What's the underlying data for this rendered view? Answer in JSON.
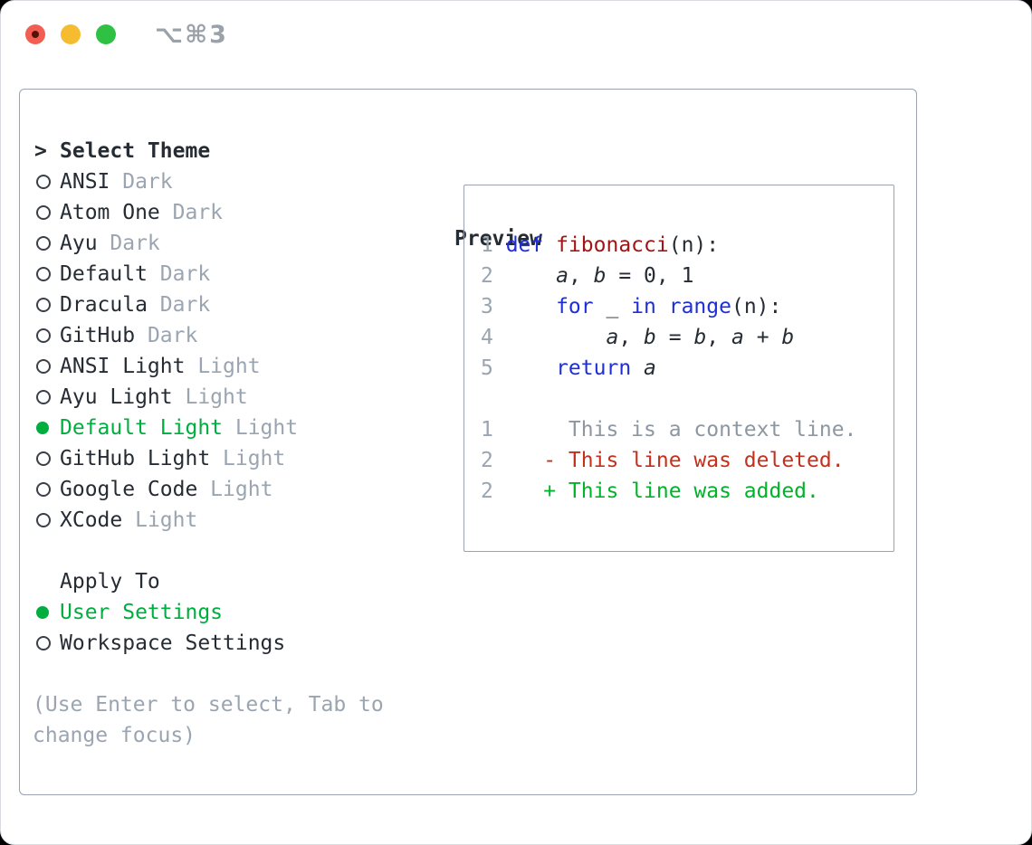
{
  "window": {
    "title_shortcut": "⌥⌘3",
    "traffic_lights": [
      "close",
      "minimize",
      "zoom"
    ]
  },
  "colors": {
    "text_dark": "#262c34",
    "text_muted": "#9aa5b1",
    "ctx_gray": "#8d97a2",
    "green": "#00ae3f",
    "add_green": "#00b32a",
    "del_red": "#c5301c",
    "kw_blue": "#1e2fd8",
    "fn_red": "#a31515",
    "border_gray": "#9aa3af",
    "titlebar_text": "#9ba1a9",
    "light_red": "#f25e52",
    "light_red_dot": "#571208",
    "light_yellow": "#f6bc2f",
    "light_green": "#2ec144"
  },
  "theme_panel": {
    "header": {
      "marker": ">",
      "label": "Select Theme"
    },
    "items": [
      {
        "name": "ANSI",
        "variant": "Dark",
        "selected": false
      },
      {
        "name": "Atom One",
        "variant": "Dark",
        "selected": false
      },
      {
        "name": "Ayu",
        "variant": "Dark",
        "selected": false
      },
      {
        "name": "Default",
        "variant": "Dark",
        "selected": false
      },
      {
        "name": "Dracula",
        "variant": "Dark",
        "selected": false
      },
      {
        "name": "GitHub",
        "variant": "Dark",
        "selected": false
      },
      {
        "name": "ANSI Light",
        "variant": "Light",
        "selected": false
      },
      {
        "name": "Ayu Light",
        "variant": "Light",
        "selected": false
      },
      {
        "name": "Default Light",
        "variant": "Light",
        "selected": true
      },
      {
        "name": "GitHub Light",
        "variant": "Light",
        "selected": false
      },
      {
        "name": "Google Code",
        "variant": "Light",
        "selected": false
      },
      {
        "name": "XCode",
        "variant": "Light",
        "selected": false
      }
    ],
    "apply_to": {
      "label": "Apply To",
      "options": [
        {
          "label": "User Settings",
          "selected": true
        },
        {
          "label": "Workspace Settings",
          "selected": false
        }
      ]
    },
    "hint_lines": [
      "(Use Enter to select, Tab to",
      "change focus)"
    ]
  },
  "preview": {
    "title": "Preview",
    "lines": [
      {
        "num": "1",
        "tokens": [
          [
            "def",
            "kw"
          ],
          [
            " ",
            "pl"
          ],
          [
            "fibonacci",
            "fn"
          ],
          [
            "(n):",
            "pl"
          ]
        ]
      },
      {
        "num": "2",
        "tokens": [
          [
            "    ",
            "pl"
          ],
          [
            "a",
            "var"
          ],
          [
            ", ",
            "pl"
          ],
          [
            "b",
            "var"
          ],
          [
            " = 0, 1",
            "pl"
          ]
        ]
      },
      {
        "num": "3",
        "tokens": [
          [
            "    ",
            "pl"
          ],
          [
            "for",
            "kw"
          ],
          [
            " _ ",
            "pl"
          ],
          [
            "in",
            "kw"
          ],
          [
            " ",
            "pl"
          ],
          [
            "range",
            "kw"
          ],
          [
            "(n):",
            "pl"
          ]
        ]
      },
      {
        "num": "4",
        "tokens": [
          [
            "        ",
            "pl"
          ],
          [
            "a",
            "var"
          ],
          [
            ", ",
            "pl"
          ],
          [
            "b",
            "var"
          ],
          [
            " = ",
            "pl"
          ],
          [
            "b",
            "var"
          ],
          [
            ", ",
            "pl"
          ],
          [
            "a",
            "var"
          ],
          [
            " + ",
            "pl"
          ],
          [
            "b",
            "var"
          ]
        ]
      },
      {
        "num": "5",
        "tokens": [
          [
            "    ",
            "pl"
          ],
          [
            "return",
            "kw"
          ],
          [
            " ",
            "pl"
          ],
          [
            "a",
            "var"
          ]
        ]
      },
      {
        "num": "",
        "tokens": []
      },
      {
        "num": "1",
        "tokens": [
          [
            "     This is a context line.",
            "ctx"
          ]
        ]
      },
      {
        "num": "2",
        "tokens": [
          [
            "   - This line was deleted.",
            "del"
          ]
        ]
      },
      {
        "num": "2",
        "tokens": [
          [
            "   + This line was added.",
            "add"
          ]
        ]
      }
    ]
  }
}
